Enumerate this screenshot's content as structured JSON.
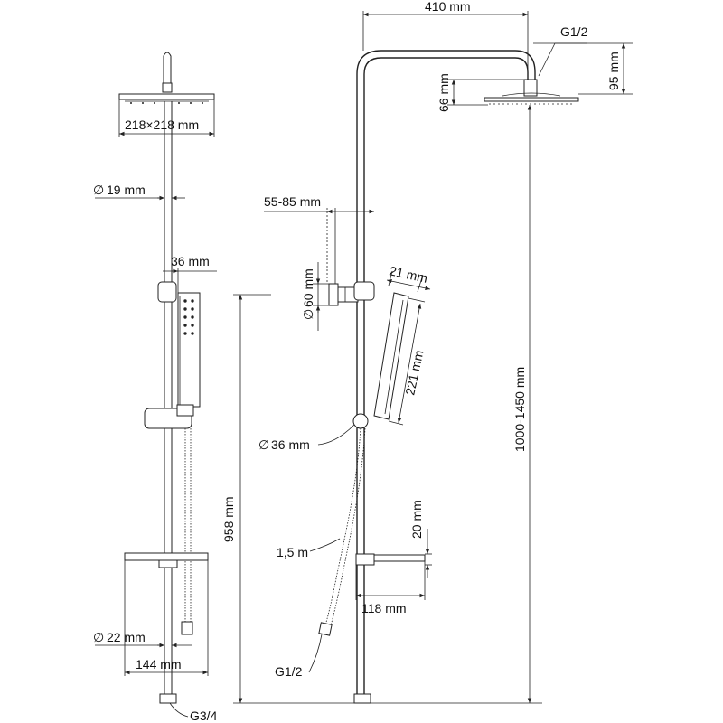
{
  "drawing": {
    "labels": {
      "overall_width": "410 mm",
      "thread_top": "G1/2",
      "head_arm_height": "95 mm",
      "head_drop": "66 mm",
      "head_size": "218×218 mm",
      "pipe_diameter": "19 mm",
      "mount_distance": "55-85 mm",
      "bracket_diameter": "60 mm",
      "hand_shower_width": "36 mm",
      "hand_shower_depth": "21 mm",
      "hand_shower_length": "221 mm",
      "slider_diameter": "36 mm",
      "column_height": "1000-1450 mm",
      "lower_height": "958 mm",
      "shelf_height": "20 mm",
      "hose_length": "1,5 m",
      "shelf_depth": "118 mm",
      "bottom_pipe_diameter": "22 mm",
      "shelf_width": "144 mm",
      "thread_hose": "G1/2",
      "thread_bottom": "G3/4"
    }
  }
}
